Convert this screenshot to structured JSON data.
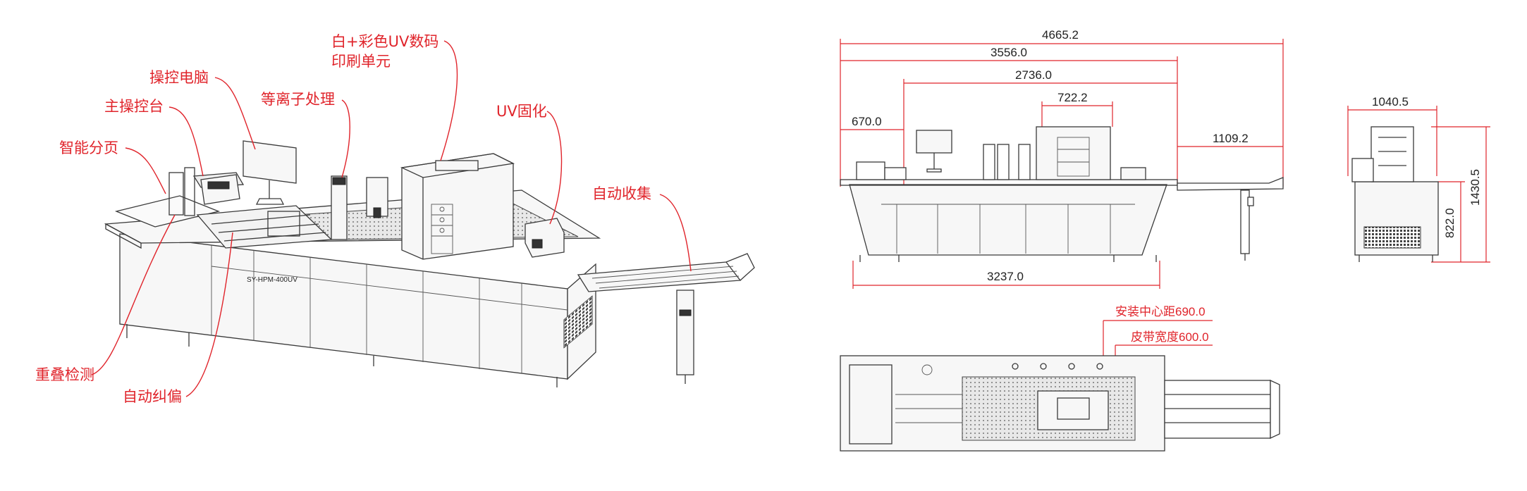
{
  "labels": {
    "smart_feeding": "智能分页",
    "main_console": "主操控台",
    "control_pc": "操控电脑",
    "plasma": "等离子处理",
    "print_unit_line1": "白+彩色UV数码",
    "print_unit_line2": "印刷单元",
    "uv_curing": "UV固化",
    "auto_collect": "自动收集",
    "overlap_detect": "重叠检测",
    "auto_correction": "自动纠偏"
  },
  "machine": {
    "model_text": "SY-HPM-400UV"
  },
  "dimensions": {
    "overall_length": "4665.2",
    "length_no_collector": "3556.0",
    "print_section": "2736.0",
    "print_unit_width": "722.2",
    "feeder_length": "670.0",
    "collector_length": "1109.2",
    "base_length": "3237.0",
    "side_width": "1040.5",
    "total_height": "1430.5",
    "table_height": "822.0",
    "install_center_distance": "安装中心距690.0",
    "belt_width": "皮带宽度600.0"
  },
  "colors": {
    "annotation": "#e0242b",
    "line": "#3a3a3a"
  }
}
